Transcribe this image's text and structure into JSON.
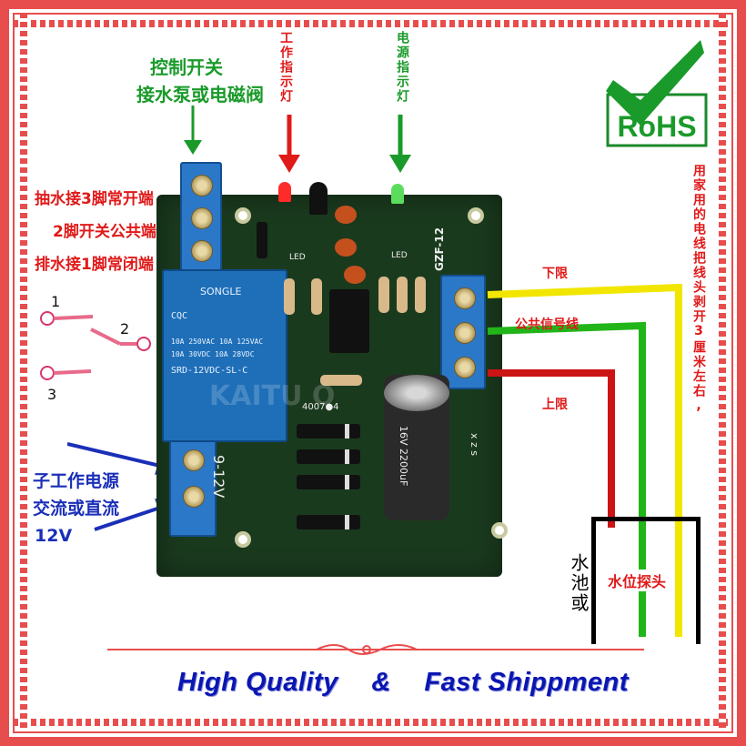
{
  "labels": {
    "control_switch_line1": "控制开关",
    "control_switch_line2": "接水泵或电磁阀",
    "work_indicator": "工作指示灯",
    "power_indicator": "电源指示灯",
    "pump_no": "抽水接3脚常开端",
    "common": "2脚开关公共端",
    "drain_nc": "排水接1脚常闭端",
    "pin1": "1",
    "pin2": "2",
    "pin3": "3",
    "lower_limit": "下限",
    "common_signal": "公共信号线",
    "upper_limit": "上限",
    "power_line1": "子工作电源",
    "power_line2": "交流或直流",
    "power_line3": "12V",
    "wire_note": "用家用的电线把线头剥开3厘米左右,",
    "probe": "水位探头",
    "tank": "水池或",
    "board_voltage": "9-12V",
    "board_model": "GZF-12",
    "led_left": "LED",
    "led_right": "LED",
    "diode_label": "4007●4",
    "xzs": "x z s",
    "watermark": "KAITU    O"
  },
  "relay": {
    "brand": "SONGLE",
    "cert": "CQC",
    "rating_line1": "10A 250VAC  10A 125VAC",
    "rating_line2": "10A 30VDC   10A 28VDC",
    "model": "SRD-12VDC-SL-C"
  },
  "capacitor": "16V 2200uF",
  "badge": {
    "text": "RoHS"
  },
  "banner": {
    "left": "High Quality",
    "amp": "&",
    "right": "Fast Shippment"
  },
  "colors": {
    "frame": "#e84d4d",
    "board": "#1a3a1e",
    "relay": "#1f6fb8",
    "terminal": "#2c78c8",
    "wire_yellow": "#f2e600",
    "wire_green": "#22b51a",
    "wire_red": "#cc1414",
    "banner_text": "#0a16b0"
  },
  "icons": {
    "check": "check-icon",
    "arrow_down": "arrow-down-icon",
    "arrow_right": "arrow-right-icon"
  }
}
